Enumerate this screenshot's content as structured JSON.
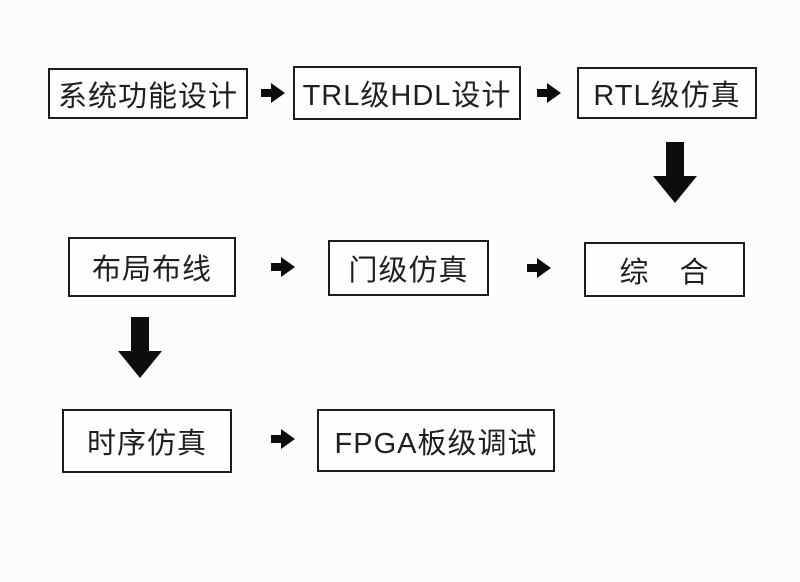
{
  "diagram": {
    "type": "flowchart",
    "nodes": [
      {
        "id": "system-function-design",
        "label": "系统功能设计"
      },
      {
        "id": "trl-hdl-design",
        "label": "TRL级HDL设计"
      },
      {
        "id": "rtl-simulation",
        "label": "RTL级仿真"
      },
      {
        "id": "place-and-route",
        "label": "布局布线"
      },
      {
        "id": "gate-level-simulation",
        "label": "门级仿真"
      },
      {
        "id": "synthesis",
        "label": "综　合"
      },
      {
        "id": "timing-simulation",
        "label": "时序仿真"
      },
      {
        "id": "fpga-board-debug",
        "label": "FPGA板级调试"
      }
    ],
    "edges": [
      {
        "from": "系统功能设计",
        "to": "TRL级HDL设计",
        "direction": "right"
      },
      {
        "from": "TRL级HDL设计",
        "to": "RTL级仿真",
        "direction": "right"
      },
      {
        "from": "RTL级仿真",
        "to": "综　合",
        "direction": "down"
      },
      {
        "from": "布局布线",
        "to": "门级仿真",
        "direction": "right"
      },
      {
        "from": "门级仿真",
        "to": "综　合",
        "direction": "right"
      },
      {
        "from": "布局布线",
        "to": "时序仿真",
        "direction": "down"
      },
      {
        "from": "时序仿真",
        "to": "FPGA板级调试",
        "direction": "right"
      }
    ],
    "colors": {
      "background": "#fcfcfc",
      "box_fill": "#fefefe",
      "box_border": "#1c1c1c",
      "arrow": "#0d0d0d",
      "text": "#1f1f1f"
    }
  }
}
